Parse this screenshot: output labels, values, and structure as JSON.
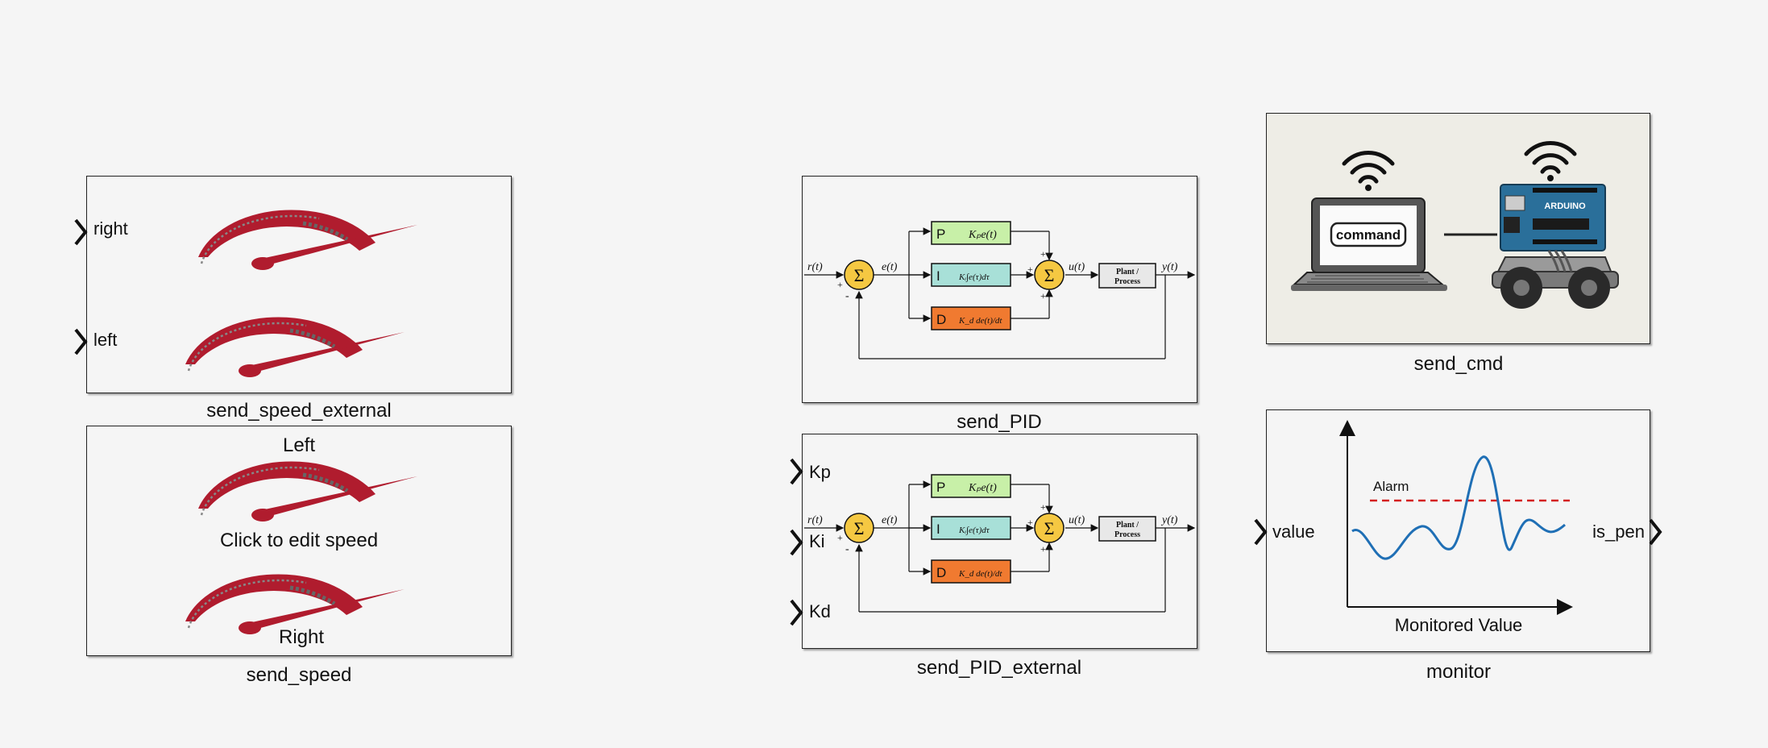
{
  "blocks": {
    "send_speed_external": {
      "name": "send_speed_external",
      "inputs": [
        "right",
        "left"
      ]
    },
    "send_speed": {
      "name": "send_speed",
      "top_label": "Left",
      "middle_label": "Click to edit speed",
      "bottom_label": "Right"
    },
    "send_PID": {
      "name": "send_PID"
    },
    "send_PID_external": {
      "name": "send_PID_external",
      "inputs": [
        "Kp",
        "Ki",
        "Kd"
      ]
    },
    "send_cmd": {
      "name": "send_cmd",
      "screen_text": "command",
      "board_text": "ARDUINO"
    },
    "monitor": {
      "name": "monitor",
      "input": "value",
      "output": "is_pen",
      "alarm_label": "Alarm",
      "xlabel": "Monitored Value"
    }
  },
  "pid_diagram": {
    "r": "r(t)",
    "e": "e(t)",
    "u": "u(t)",
    "y": "y(t)",
    "sigma": "Σ",
    "p_letter": "P",
    "i_letter": "I",
    "d_letter": "D",
    "p_expr": "Kₚe(t)",
    "i_expr": "Kᵢ∫e(τ)dτ",
    "d_expr": "K_d de(t)/dt",
    "plant_line1": "Plant /",
    "plant_line2": "Process",
    "plus": "+",
    "minus": "-"
  },
  "colors": {
    "gauge": "#b01c2e",
    "p_block": "#c8f0a8",
    "i_block": "#a8e0d8",
    "d_block": "#f07a30",
    "sum": "#f5c842",
    "alarm": "#d42020",
    "signal": "#1f6fb5",
    "board": "#2a6f9a"
  }
}
